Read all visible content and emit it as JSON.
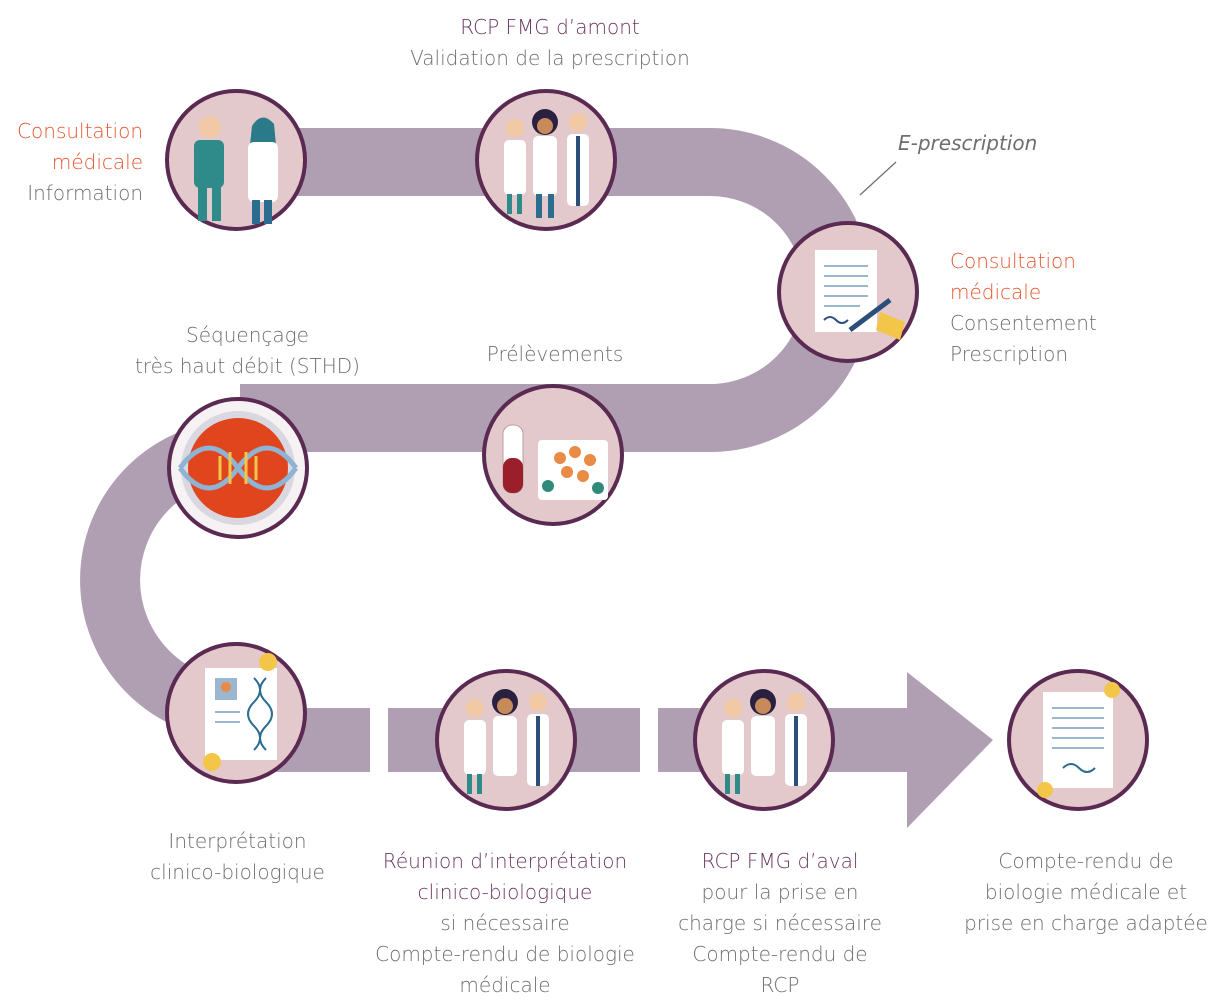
{
  "steps": {
    "consult1": {
      "title_line1": "Consultation",
      "title_line2": "médicale",
      "sub": "Information"
    },
    "rcp_amont": {
      "title": "RCP FMG d’amont",
      "sub": "Validation de la prescription"
    },
    "eprescription": "E-prescription",
    "consult2": {
      "title_line1": "Consultation",
      "title_line2": "médicale",
      "sub_line1": "Consentement",
      "sub_line2": "Prescription"
    },
    "prelevements": {
      "title": "Prélèvements"
    },
    "sequencage": {
      "line1": "Séquençage",
      "line2": "très haut débit (STHD)"
    },
    "interpretation": {
      "line1": "Interprétation",
      "line2": "clinico-biologique"
    },
    "reunion": {
      "title_line1": "Réunion d’interprétation",
      "title_line2": "clinico-biologique",
      "sub_line1": "si nécessaire",
      "sub_line2": "Compte-rendu de biologie",
      "sub_line3": "médicale"
    },
    "rcp_aval": {
      "title": "RCP FMG d’aval",
      "sub_line1": "pour la prise en",
      "sub_line2": "charge si nécessaire",
      "sub_line3": "Compte-rendu de",
      "sub_line4": "RCP"
    },
    "compte_rendu": {
      "line1": "Compte-rendu de",
      "line2": "biologie médicale et",
      "line3": "prise en charge adaptée"
    }
  },
  "colors": {
    "path": "#b09fb3",
    "circle_fill": "#e3c9cb",
    "circle_stroke": "#5a2a52",
    "orange": "#e5562e",
    "purple": "#6b3762"
  }
}
